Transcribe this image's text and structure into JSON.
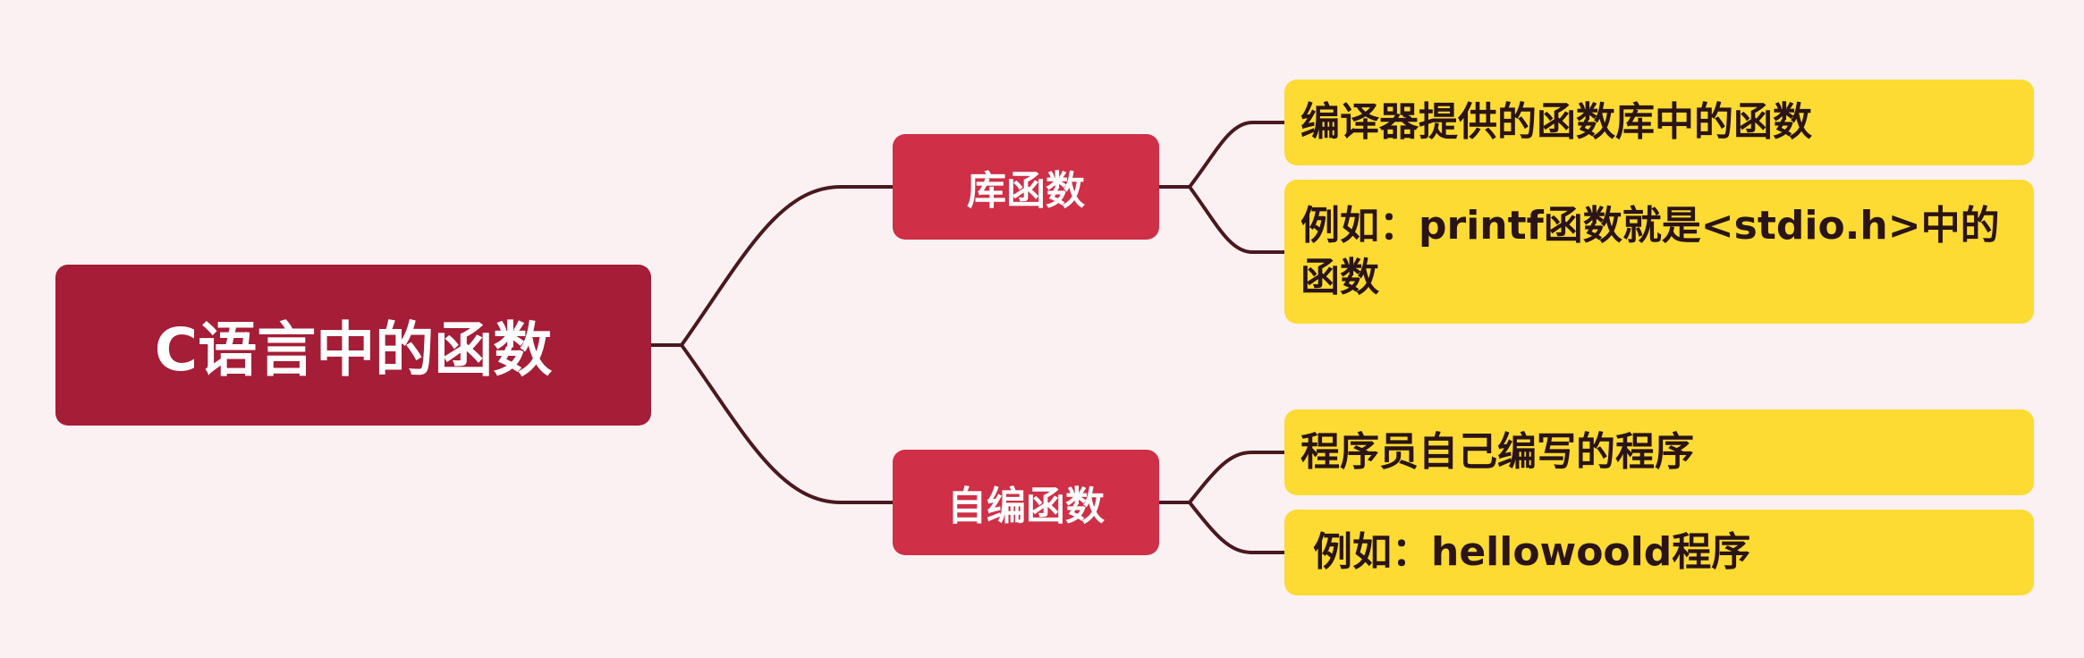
{
  "diagram": {
    "root": {
      "label": "C语言中的函数"
    },
    "branches": [
      {
        "label": "库函数",
        "leaves": [
          "编译器提供的函数库中的函数",
          "例如：printf函数就是<stdio.h>中的函数"
        ]
      },
      {
        "label": "自编函数",
        "leaves": [
          "程序员自己编写的程序",
          "例如：hellowoold程序"
        ]
      }
    ]
  },
  "colors": {
    "background": "#fbf1f2",
    "root_fill": "#a51d37",
    "branch_fill": "#cf2f47",
    "leaf_fill": "#fddb33",
    "connector": "#4a1820"
  }
}
